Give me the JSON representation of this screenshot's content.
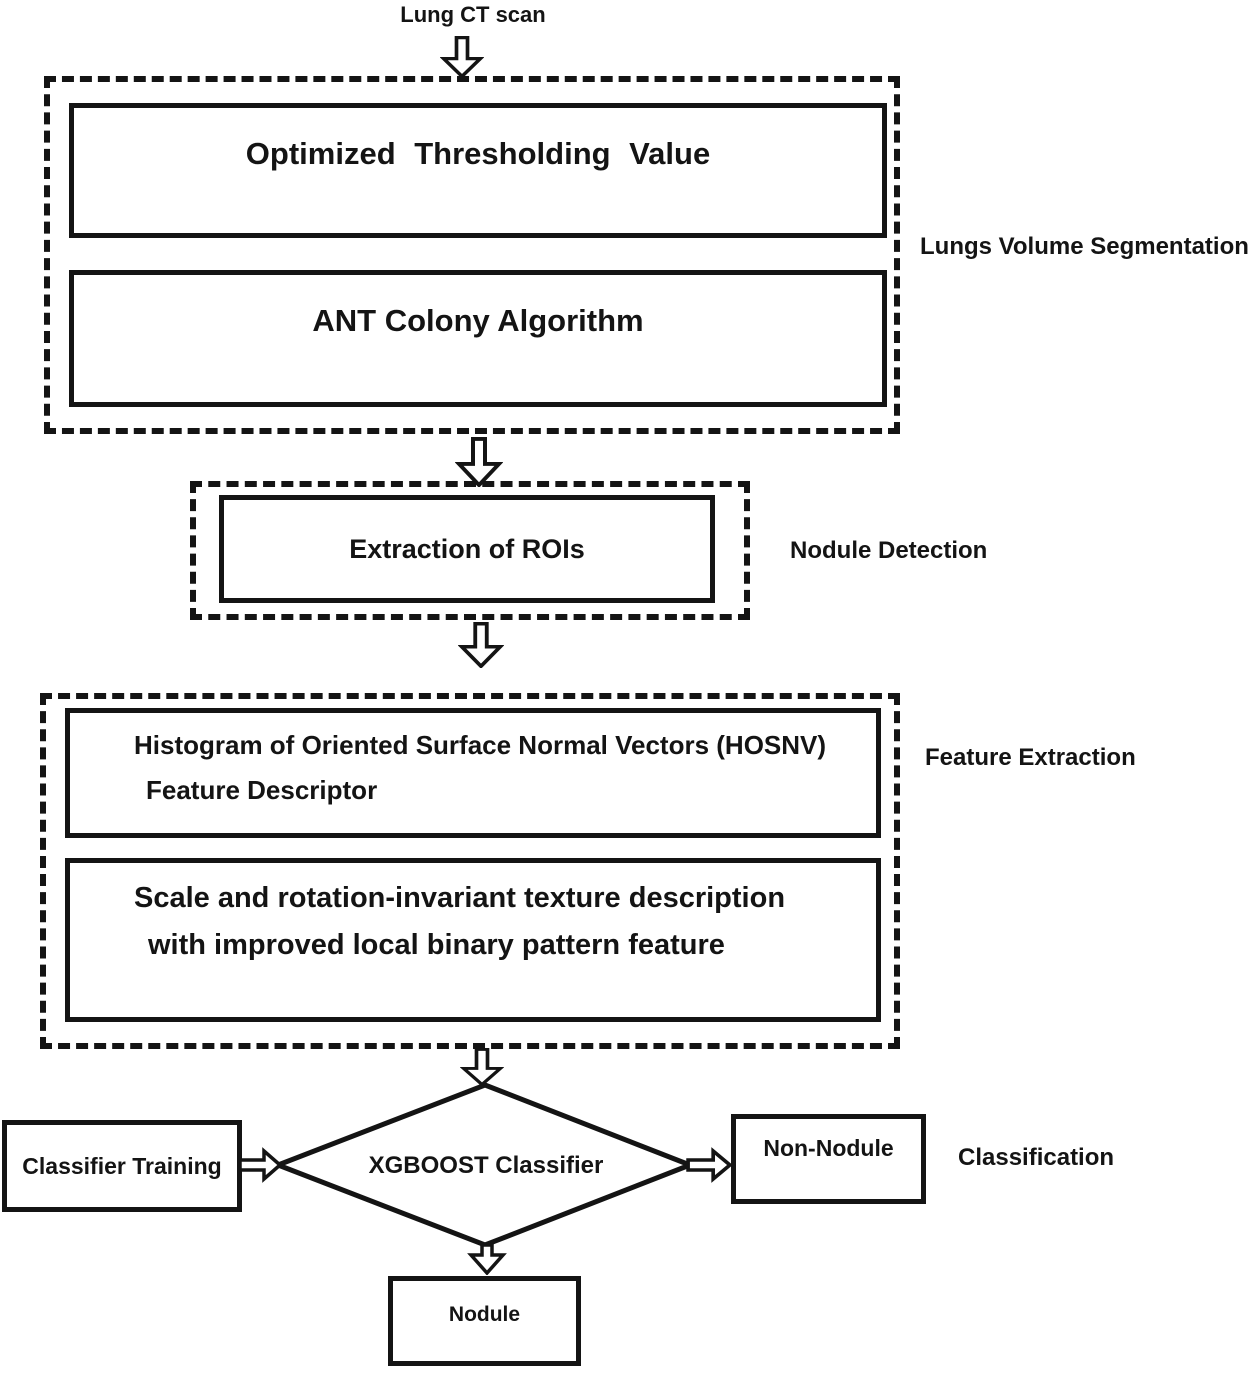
{
  "top_label": "Lung CT scan",
  "segmentation": {
    "group_label": "Lungs Volume Segmentation",
    "box1": "Optimized Thresholding Value",
    "box2": "ANT Colony Algorithm"
  },
  "detection": {
    "group_label": "Nodule Detection",
    "box1": "Extraction of ROIs"
  },
  "features": {
    "group_label": "Feature Extraction",
    "box1_line1": "Histogram of Oriented Surface Normal Vectors (HOSNV)",
    "box1_line2": "Feature Descriptor",
    "box2_line1": "Scale and rotation-invariant texture description",
    "box2_line2": "with improved local binary pattern feature"
  },
  "classification": {
    "group_label": "Classification",
    "decision": "XGBOOST Classifier",
    "left_box": "Classifier Training",
    "right_box": "Non-Nodule",
    "bottom_box": "Nodule"
  },
  "colors": {
    "ink": "#141414",
    "background": "#ffffff"
  }
}
